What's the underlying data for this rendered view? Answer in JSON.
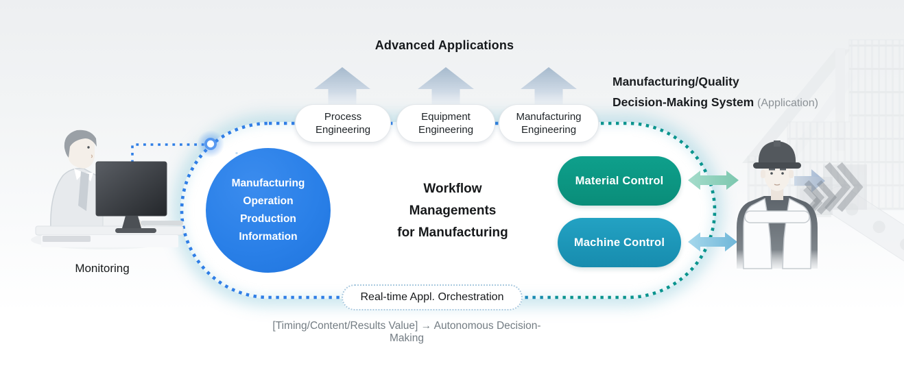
{
  "top": {
    "heading": "Advanced Applications",
    "engineering_pills": [
      {
        "label": "Process Engineering"
      },
      {
        "label": "Equipment Engineering"
      },
      {
        "label": "Manufacturing Engineering"
      }
    ]
  },
  "decision_system": {
    "title_line1": "Manufacturing/Quality",
    "title_line2": "Decision-Making System",
    "note": "(Application)"
  },
  "platform": {
    "mom_circle_label": "Manufacturing\nOperation\nProduction\nInformation",
    "workflow_title": "Workflow\nManagements\nfor Manufacturing",
    "controls": [
      {
        "label": "Material Control"
      },
      {
        "label": "Machine Control"
      }
    ],
    "orchestration_label": "Real-time Appl. Orchestration"
  },
  "left": {
    "monitoring_label": "Monitoring"
  },
  "footer": {
    "caption": "[Timing/Content/Results Value] → Autonomous Decision-Making"
  },
  "icons": {
    "up_arrow": "▲",
    "double_arrow": "⇔",
    "right_arrow": "→",
    "connector_node": "●"
  },
  "colors": {
    "dotted_border_blue": "#2f7ee6",
    "dotted_border_teal": "#0a948e",
    "mom_circle_blue": "#2a80e8",
    "material_green": "#0b9381",
    "machine_teal": "#1c99bb",
    "glow_halo": "#bfe3ef"
  }
}
